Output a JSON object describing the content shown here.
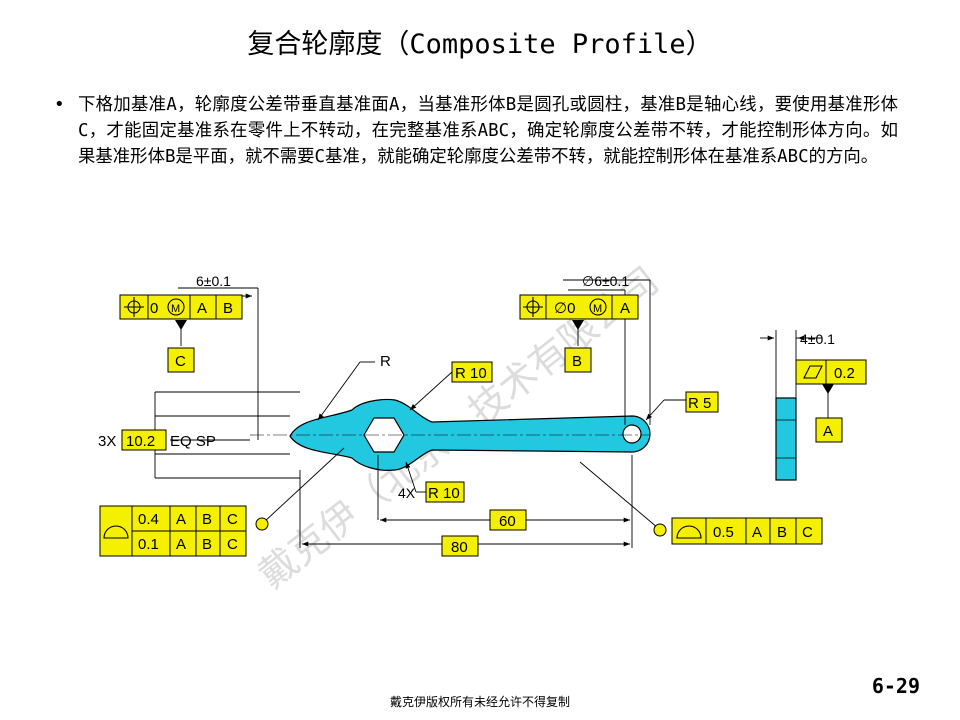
{
  "title": "复合轮廓度（Composite Profile）",
  "bullet_text": "下格加基准A，轮廓度公差带垂直基准面A，当基准形体B是圆孔或圆柱，基准B是轴心线，要使用基准形体C，才能固定基准系在零件上不转动，在完整基准系ABC，确定轮廓度公差带不转，才能控制形体方向。如果基准形体B是平面，就不需要C基准，就能确定轮廓度公差带不转，就能控制形体在基准系ABC的方向。",
  "drawing": {
    "dim_top_left": "6±0.1",
    "fcf_left": {
      "tol": "0",
      "modifier": "M",
      "ref1": "A",
      "ref2": "B"
    },
    "datum_c": "C",
    "label_r": "R",
    "r10_top": "R 10",
    "dia_dim": "∅6±0.1",
    "fcf_center": {
      "tol": "∅0",
      "modifier": "M",
      "ref1": "A"
    },
    "datum_b": "B",
    "r5": "R 5",
    "eq_sp_prefix": "3X",
    "eq_sp_value": "10.2",
    "eq_sp_suffix": "EQ SP",
    "r10_bottom_prefix": "4X",
    "r10_bottom": "R 10",
    "dim_60": "60",
    "dim_80": "80",
    "composite_left": {
      "upper": {
        "tol": "0.4",
        "refs": [
          "A",
          "B",
          "C"
        ]
      },
      "lower": {
        "tol": "0.1",
        "refs": [
          "A",
          "B",
          "C"
        ]
      }
    },
    "profile_right": {
      "tol": "0.5",
      "refs": [
        "A",
        "B",
        "C"
      ]
    },
    "dim_4": "4±0.1",
    "flatness_tol": "0.2",
    "datum_a": "A"
  },
  "watermark": "戴克伊（北京）技术有限公司",
  "page_number": "6-29",
  "copyright": "戴克伊版权所有未经允许不得复制",
  "colors": {
    "part_fill": "#22c8e0",
    "fcf_fill": "#f5ef00",
    "line": "#000000"
  }
}
